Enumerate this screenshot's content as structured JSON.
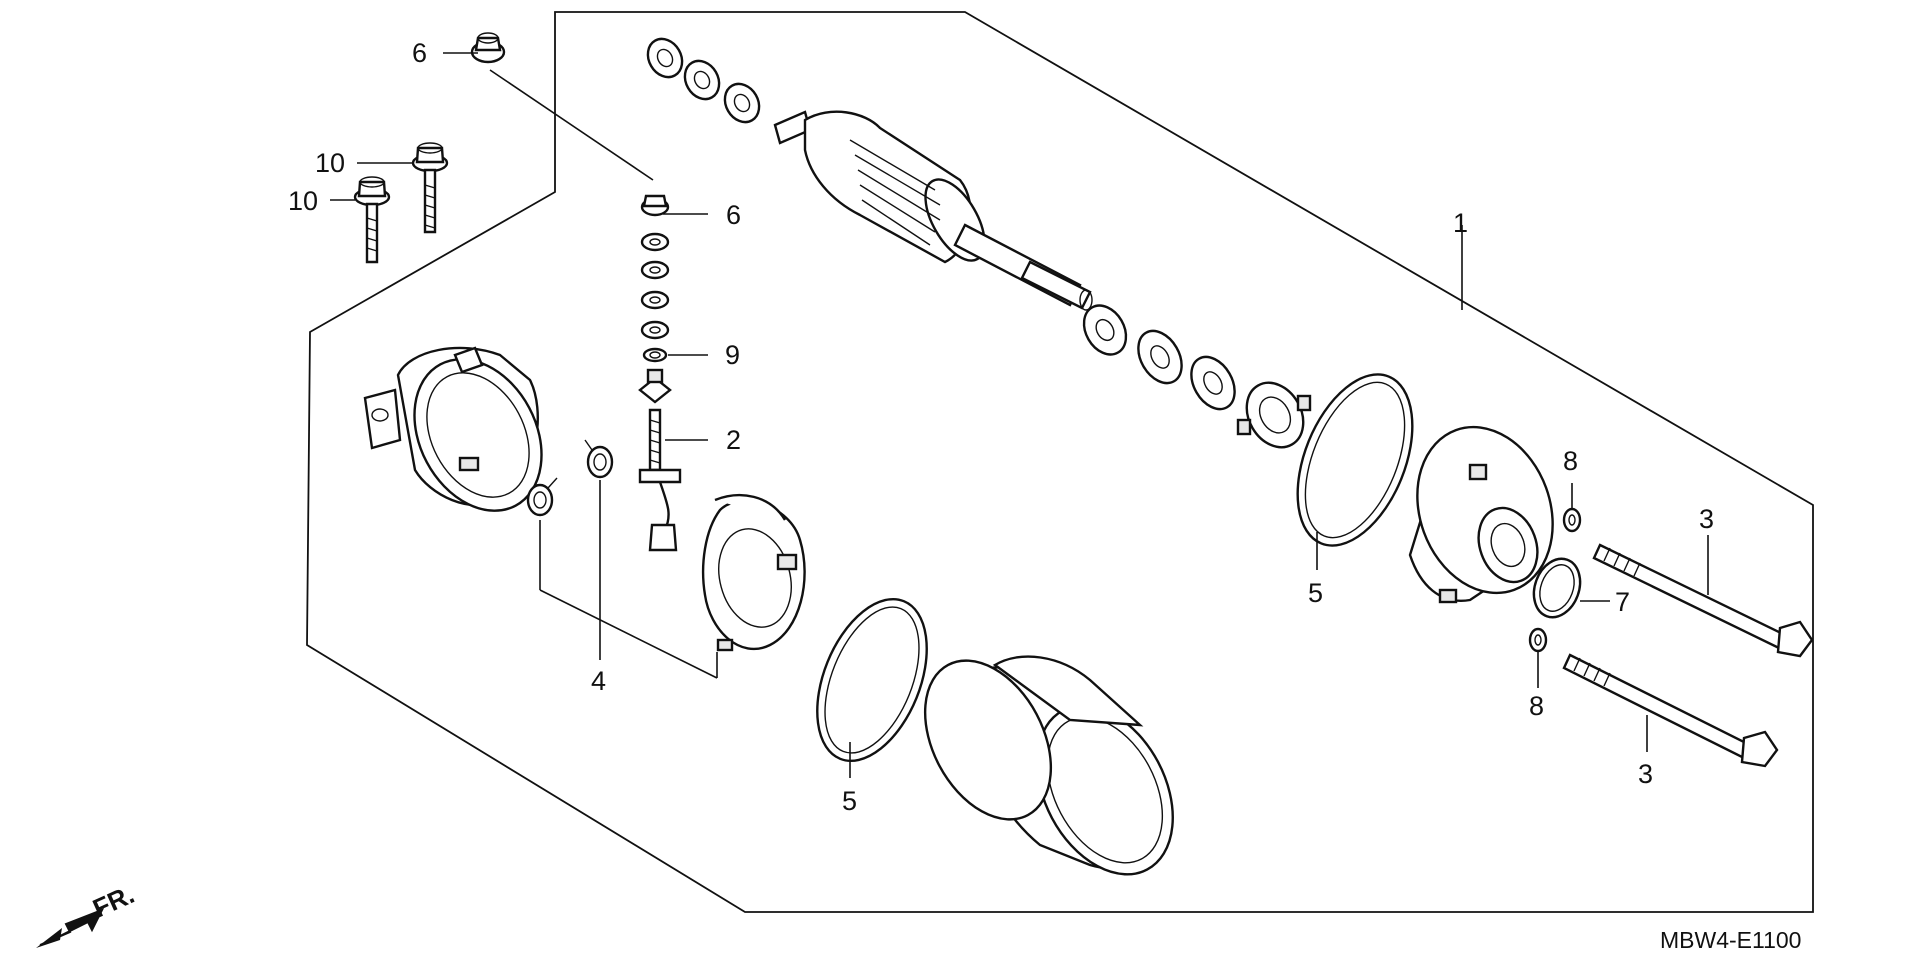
{
  "diagram_code": "MBW4-E1100",
  "direction_label": "FR.",
  "callouts": {
    "c1": "1",
    "c2": "2",
    "c3a": "3",
    "c3b": "3",
    "c4": "4",
    "c5a": "5",
    "c5b": "5",
    "c6a": "6",
    "c6b": "6",
    "c7": "7",
    "c8a": "8",
    "c8b": "8",
    "c9": "9",
    "c10a": "10",
    "c10b": "10"
  }
}
